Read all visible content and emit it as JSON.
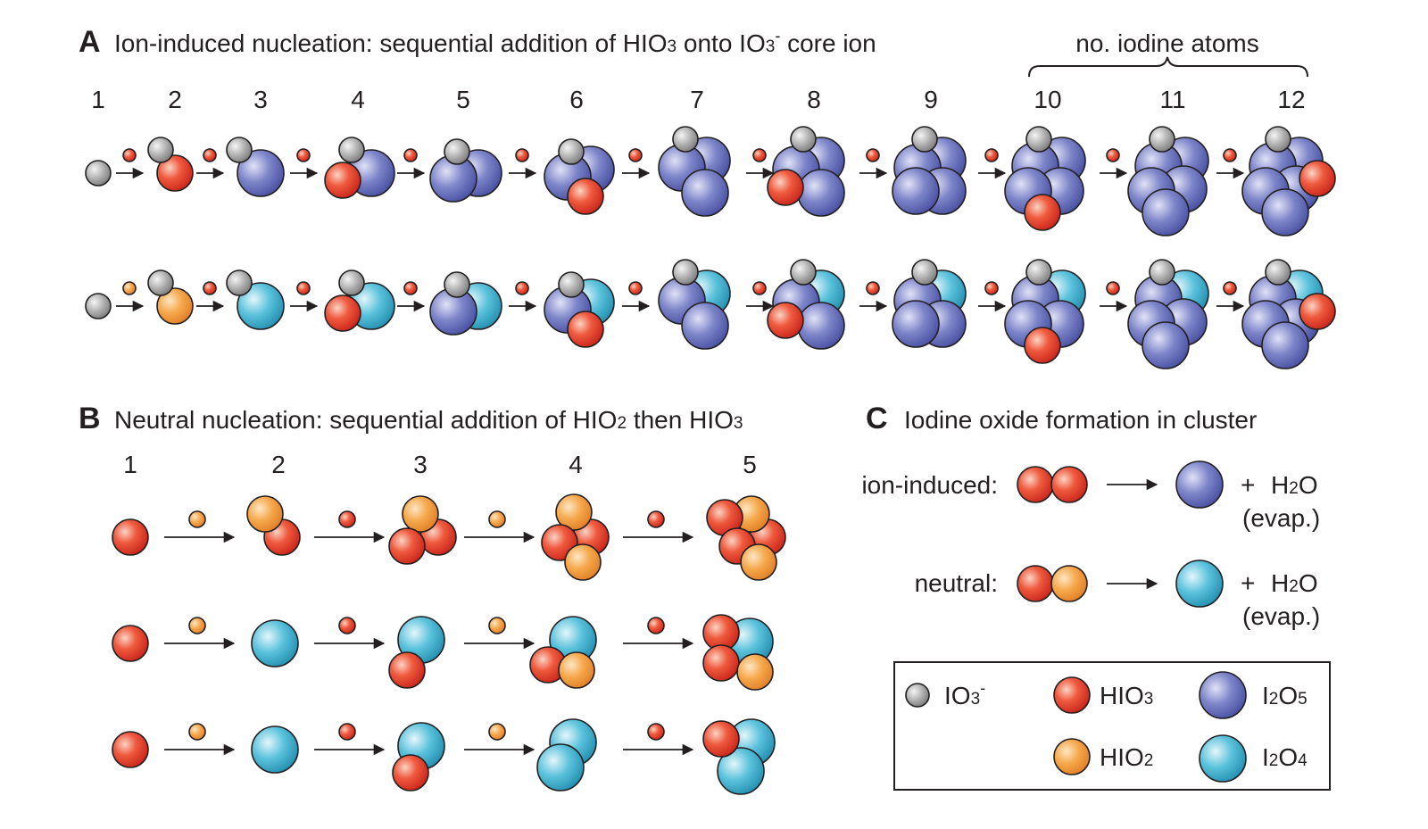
{
  "panelA": {
    "letter": "A",
    "title_pre": "Ion-induced nucleation: sequential addition of HIO",
    "title_sub1": "3",
    "title_mid": " onto IO",
    "title_sub2": "3",
    "title_sup": "-",
    "title_post": " core ion",
    "iodine_label": "no. iodine atoms",
    "numbers": [
      "1",
      "2",
      "3",
      "4",
      "5",
      "6",
      "7",
      "8",
      "9",
      "10",
      "11",
      "12"
    ]
  },
  "panelB": {
    "letter": "B",
    "title_pre": "Neutral nucleation: sequential addition of HIO",
    "title_sub1": "2",
    "title_mid": " then HIO",
    "title_sub2": "3",
    "numbers": [
      "1",
      "2",
      "3",
      "4",
      "5"
    ]
  },
  "panelC": {
    "letter": "C",
    "title": "Iodine oxide formation in cluster",
    "ion_label": "ion-induced:",
    "neutral_label": "neutral:",
    "plus": "+",
    "product_pre": "H",
    "product_sub": "2",
    "product_post": "O",
    "evap": "(evap.)"
  },
  "legend": {
    "io3_pre": "IO",
    "io3_sub": "3",
    "io3_sup": "-",
    "hio3_pre": "HIO",
    "hio3_sub": "3",
    "hio2_pre": "HIO",
    "hio2_sub": "2",
    "i2o5_a": "I",
    "i2o5_b": "2",
    "i2o5_c": "O",
    "i2o5_d": "5",
    "i2o4_a": "I",
    "i2o4_b": "2",
    "i2o4_c": "O",
    "i2o4_d": "4"
  },
  "colors": {
    "IO3-": "#a0a0a0",
    "HIO3": "#e8442f",
    "HIO2": "#f5a046",
    "I2O5": "#6b73bf",
    "I2O4": "#3fb2cf"
  }
}
